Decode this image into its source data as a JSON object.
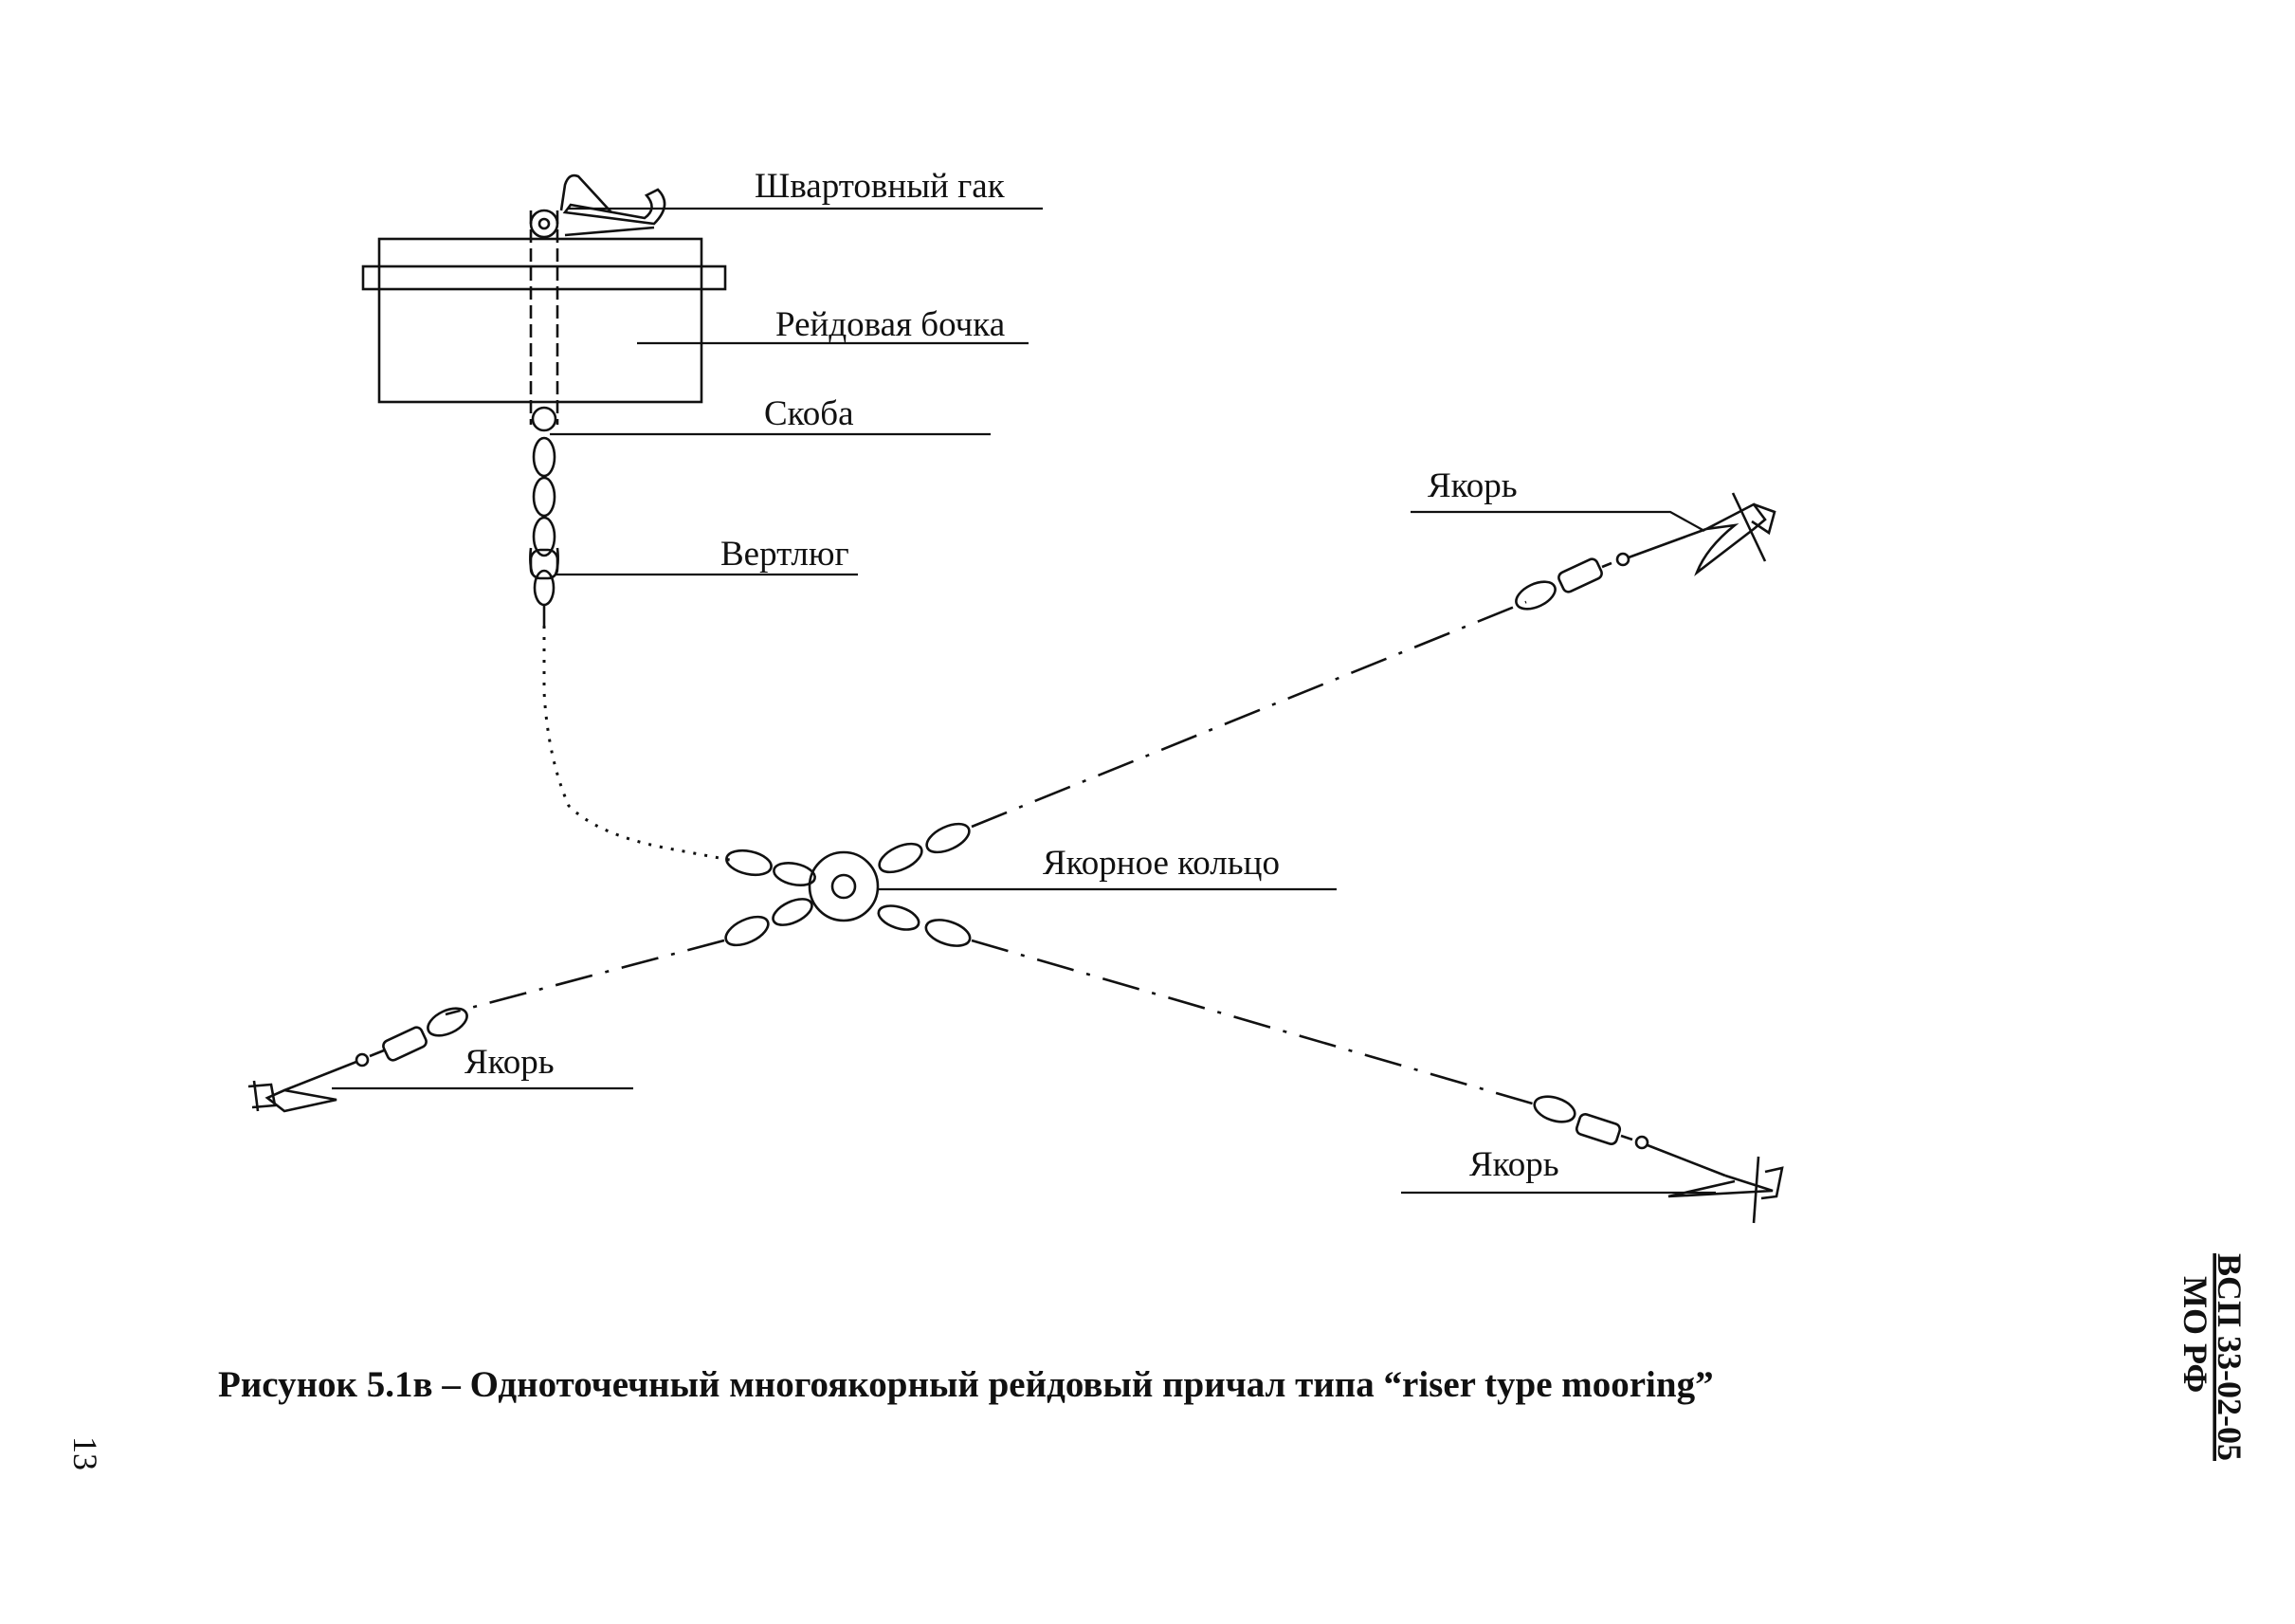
{
  "labels": {
    "hook": "Швартовный гак",
    "buoy": "Рейдовая бочка",
    "shackle": "Скоба",
    "swivel": "Вертлюг",
    "anchor_ring": "Якорное кольцо",
    "anchor_ne": "Якорь",
    "anchor_sw": "Якорь",
    "anchor_se": "Якорь"
  },
  "caption": "Рисунок 5.1в – Одноточечный многоякорный рейдовый причал типа “riser type mooring”",
  "side_doc_code": "ВСП 33-02-05",
  "side_org": "МО РФ",
  "page_number": "13"
}
